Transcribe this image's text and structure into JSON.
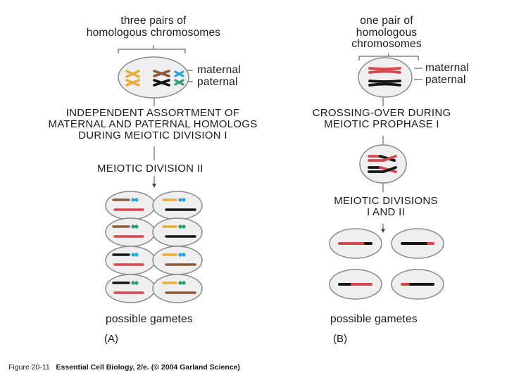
{
  "colors": {
    "maternal_red": "#d6474e",
    "paternal_black": "#151515",
    "brown": "#8c5a3c",
    "yellow": "#e7ac3a",
    "cyan": "#27a7d8",
    "green": "#2e9a72",
    "cell_outline": "#8a8a8a",
    "cell_fill": "#efefef"
  },
  "panel_a": {
    "top_label_line1": "three pairs of",
    "top_label_line2": "homologous chromosomes",
    "maternal_label": "maternal",
    "paternal_label": "paternal",
    "step1_line1": "INDEPENDENT ASSORTMENT OF",
    "step1_line2": "MATERNAL AND PATERNAL HOMOLOGS",
    "step1_line3": "DURING MEIOTIC DIVISION I",
    "step2": "MEIOTIC DIVISION II",
    "bottom_label": "possible gametes",
    "letter": "(A)"
  },
  "panel_b": {
    "top_label_line1": "one pair of",
    "top_label_line2": "homologous",
    "top_label_line3": "chromosomes",
    "maternal_label": "maternal",
    "paternal_label": "paternal",
    "step1_line1": "CROSSING-OVER DURING",
    "step1_line2": "MEIOTIC PROPHASE I",
    "step2_line1": "MEIOTIC DIVISIONS",
    "step2_line2": "I AND II",
    "bottom_label": "possible gametes",
    "letter": "(B)"
  },
  "caption": {
    "figure": "Figure 20-11",
    "source": "Essential Cell Biology, 2/e. (© 2004 Garland Science)"
  }
}
